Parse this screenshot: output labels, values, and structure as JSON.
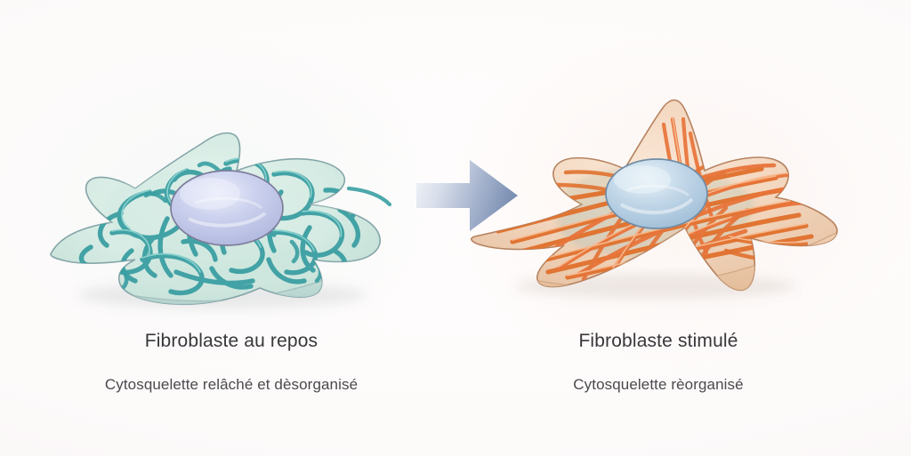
{
  "figure": {
    "background_color": "#fdfbfc",
    "transition_arrow": {
      "icon": "right-arrow-icon",
      "direction": "right",
      "gradient_from": "#eef1f6",
      "gradient_to": "#7f93b5"
    }
  },
  "panels": [
    {
      "id": "resting",
      "title": "Fibroblaste au repos",
      "subtitle": "Cytosquelette relâché et dèsorganisé",
      "cell": {
        "membrane_fill": "#dceee7",
        "membrane_fill_deep": "#c6e2da",
        "membrane_stroke": "#7fa0a5",
        "filament_color": "#39a3a3",
        "filament_highlight": "#8fd6d2",
        "filament_arrangement": "curly-disorganized",
        "nucleus_fill": "#b9bfe2",
        "nucleus_highlight": "#e3e6f6",
        "nucleus_stroke": "#7a7a97"
      }
    },
    {
      "id": "stimulated",
      "title": "Fibroblaste stimulé",
      "subtitle": "Cytosquelette rèorganisé",
      "cell": {
        "membrane_fill": "#f4d9c2",
        "membrane_fill_deep": "#e9c4a6",
        "membrane_stroke": "#b07f5e",
        "filament_color": "#e8743a",
        "filament_highlight": "#f8b88e",
        "filament_arrangement": "aligned-stress-fibers",
        "nucleus_fill": "#a9c6de",
        "nucleus_highlight": "#e2eef6",
        "nucleus_stroke": "#6f8ba4"
      }
    }
  ]
}
